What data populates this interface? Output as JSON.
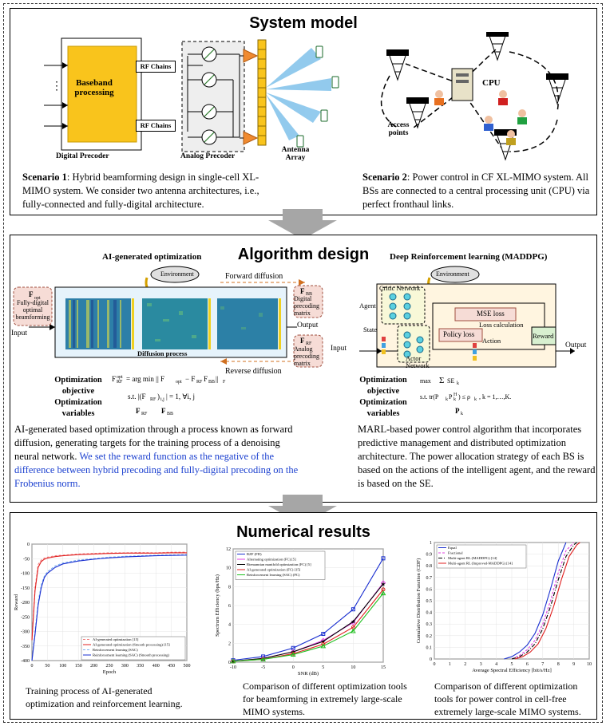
{
  "sections": {
    "system_model_title": "System model",
    "algorithm_title": "Algorithm design",
    "results_title": "Numerical results"
  },
  "system_model": {
    "baseband": "Baseband processing",
    "rf_chains_1": "RF Chains",
    "rf_chains_2": "RF Chains",
    "digital_precoder": "Digital Precoder",
    "analog_precoder": "Analog Precoder",
    "antenna_array": "Antenna Array",
    "cpu": "CPU",
    "access_points": "Access points",
    "scenario1_label": "Scenario 1",
    "scenario1_text": ": Hybrid beamforming design in single-cell XL-MIMO system. We consider two antenna architectures, i.e., fully-connected and fully-digital architecture.",
    "scenario2_label": "Scenario 2",
    "scenario2_text": ": Power control in CF XL-MIMO system. All BSs are connected to a central processing unit (CPU) via perfect fronthaul links."
  },
  "algorithm": {
    "ai_title": "AI-generated optimization",
    "environment_1": "Environment",
    "forward_diffusion": "Forward diffusion",
    "reverse_diffusion": "Reverse diffusion",
    "diffusion_process": "Diffusion process",
    "input": "Input",
    "output": "Output",
    "fopt_label": "Fully-digital optimal beamforming",
    "fbb_label": "Digital precoding matrix",
    "frf_label": "Analog precoding matrix",
    "opt_objective": "Optimization objective",
    "opt_variables": "Optimization variables",
    "drl_title": "Deep Reinforcement learning (MADDPG)",
    "environment_2": "Environment",
    "critic_network": "Critic Network",
    "agent": "Agent",
    "state": "State",
    "mse_loss": "MSE loss",
    "policy_loss": "Policy loss",
    "loss_calc": "Loss calculation",
    "action": "Action",
    "actor_network": "Actor Network",
    "reward": "Reward",
    "input_2": "Input",
    "output_2": "Output",
    "opt_objective_2": "Optimization objective",
    "opt_variables_2": "Optimization variables",
    "cap_left_black": "AI-generated based optimization through a process known as forward diffusion, generating targets for the training process of a denoising neural network.",
    "cap_left_blue": " We set the reward function as the negative of the difference between hybrid precoding and fully-digital precoding on the Frobenius norm.",
    "cap_right": "MARL-based power control algorithm that incorporates predictive management and distributed optimization architecture. The power allocation strategy of each BS is based on the actions of the intelligent agent, and the reward is based on the SE."
  },
  "results": {
    "cap1": "Training process of AI-generated optimization and reinforcement learning.",
    "cap2": "Comparison of different optimization tools for beamforming in extremely large-scale MIMO systems.",
    "cap3": "Comparison of different optimization tools for power control in cell-free extremely large-scale MIMO systems."
  },
  "chart_data": [
    {
      "type": "line",
      "xlabel": "Epoch",
      "ylabel": "Reward",
      "xlim": [
        0,
        500
      ],
      "ylim": [
        -400,
        0
      ],
      "x_ticks": [
        0,
        50,
        100,
        150,
        200,
        250,
        300,
        350,
        400,
        450,
        500
      ],
      "y_ticks": [
        0,
        -50,
        -100,
        -150,
        -200,
        -250,
        -300,
        -350,
        -400
      ],
      "legend_position": "bottom-right",
      "series": [
        {
          "name": "AI-generated optimization [15]",
          "color": "#f08080",
          "style": "dashed",
          "x": [
            0,
            10,
            20,
            30,
            40,
            50,
            75,
            100,
            150,
            200,
            250,
            300,
            350,
            400,
            450,
            500
          ],
          "values": [
            -330,
            -150,
            -70,
            -55,
            -48,
            -45,
            -40,
            -38,
            -34,
            -32,
            -30,
            -30,
            -29,
            -30,
            -28,
            -28
          ]
        },
        {
          "name": "AI-generated optimization (Smooth processing) [15]",
          "color": "#e02020",
          "style": "solid",
          "x": [
            0,
            10,
            20,
            30,
            40,
            50,
            75,
            100,
            150,
            200,
            250,
            300,
            350,
            400,
            450,
            500
          ],
          "values": [
            -330,
            -160,
            -80,
            -60,
            -52,
            -48,
            -43,
            -40,
            -36,
            -34,
            -32,
            -31,
            -31,
            -31,
            -30,
            -30
          ]
        },
        {
          "name": "Reinforcement learning (SAC)",
          "color": "#7ab0f0",
          "style": "dashed",
          "x": [
            0,
            10,
            20,
            30,
            40,
            50,
            75,
            100,
            150,
            200,
            250,
            300,
            350,
            400,
            450,
            500
          ],
          "values": [
            -400,
            -300,
            -200,
            -140,
            -110,
            -95,
            -75,
            -65,
            -55,
            -50,
            -45,
            -42,
            -40,
            -38,
            -37,
            -36
          ]
        },
        {
          "name": "Reinforcement learning (SAC) (Smooth processing)",
          "color": "#1a2fd0",
          "style": "solid",
          "x": [
            0,
            10,
            20,
            30,
            40,
            50,
            75,
            100,
            150,
            200,
            250,
            300,
            350,
            400,
            450,
            500
          ],
          "values": [
            -400,
            -310,
            -210,
            -150,
            -115,
            -100,
            -80,
            -68,
            -58,
            -52,
            -47,
            -44,
            -42,
            -40,
            -39,
            -38
          ]
        }
      ]
    },
    {
      "type": "line",
      "xlabel": "SNR (dB)",
      "ylabel": "Spectrum Efficiency (bps/Hz)",
      "xlim": [
        -10,
        15
      ],
      "ylim": [
        0,
        12
      ],
      "x_ticks": [
        -10,
        -5,
        0,
        5,
        10,
        15
      ],
      "y_ticks": [
        0,
        2,
        4,
        6,
        8,
        10,
        12
      ],
      "legend_position": "top-left",
      "x": [
        -10,
        -5,
        0,
        5,
        10,
        15
      ],
      "series": [
        {
          "name": "RZF (FD)",
          "color": "#1a2fd0",
          "marker": "square",
          "values": [
            0.2,
            0.6,
            1.5,
            3.0,
            5.6,
            11.0
          ]
        },
        {
          "name": "Alternating optimization (FC) [5]",
          "color": "#e040e0",
          "marker": "diamond",
          "values": [
            0.1,
            0.4,
            1.1,
            2.3,
            4.2,
            8.4
          ]
        },
        {
          "name": "Riemannian manifold optimization (FC) [5]",
          "color": "#000000",
          "marker": "star",
          "values": [
            0.1,
            0.4,
            1.1,
            2.2,
            4.3,
            8.3
          ]
        },
        {
          "name": "AI-generated optimization (FC) [15]",
          "color": "#e02020",
          "marker": "circle",
          "values": [
            0.1,
            0.3,
            0.9,
            1.9,
            3.7,
            7.7
          ]
        },
        {
          "name": "Reinforcement learning (SAC) (FC)",
          "color": "#20c020",
          "marker": "triangle",
          "values": [
            0.1,
            0.3,
            0.8,
            1.7,
            3.3,
            7.3
          ]
        }
      ]
    },
    {
      "type": "line",
      "xlabel": "Average Spectral Efficiency [bit/s/Hz]",
      "ylabel": "Cumulative Distribution Function (CDF)",
      "xlim": [
        0,
        10
      ],
      "ylim": [
        0,
        1
      ],
      "x_ticks": [
        0,
        1,
        2,
        3,
        4,
        5,
        6,
        7,
        8,
        9,
        10
      ],
      "y_ticks": [
        0,
        0.1,
        0.2,
        0.3,
        0.4,
        0.5,
        0.6,
        0.7,
        0.8,
        0.9,
        1
      ],
      "legend_position": "top-left",
      "series": [
        {
          "name": "Equal",
          "color": "#1a2fd0",
          "style": "solid",
          "x": [
            4.5,
            5,
            5.5,
            6,
            6.5,
            7,
            7.5,
            8,
            8.5
          ],
          "values": [
            0,
            0.02,
            0.06,
            0.12,
            0.22,
            0.38,
            0.6,
            0.84,
            1
          ]
        },
        {
          "name": "Fractional",
          "color": "#e040e0",
          "style": "dashed",
          "x": [
            5,
            5.5,
            6,
            6.5,
            7,
            7.5,
            8,
            8.5,
            9
          ],
          "values": [
            0,
            0.03,
            0.08,
            0.16,
            0.3,
            0.5,
            0.74,
            0.93,
            1
          ]
        },
        {
          "name": "Multi-agent RL (MADDPG) [14]",
          "color": "#000000",
          "style": "dashdot",
          "x": [
            5,
            5.5,
            6,
            6.5,
            7,
            7.5,
            8,
            8.5,
            9,
            9.2
          ],
          "values": [
            0,
            0.02,
            0.06,
            0.13,
            0.26,
            0.45,
            0.68,
            0.88,
            0.98,
            1
          ]
        },
        {
          "name": "Multi-agent RL (Improved-MADDPG) [14]",
          "color": "#e02020",
          "style": "solid",
          "x": [
            5.2,
            5.7,
            6.2,
            6.7,
            7.2,
            7.7,
            8.2,
            8.7,
            9.2,
            9.4
          ],
          "values": [
            0,
            0.02,
            0.06,
            0.13,
            0.26,
            0.45,
            0.68,
            0.88,
            0.98,
            1
          ]
        }
      ]
    }
  ]
}
